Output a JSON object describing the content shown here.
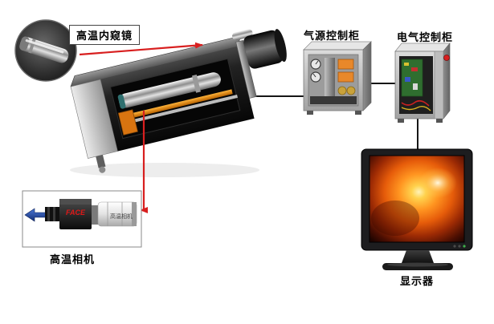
{
  "diagram": {
    "endoscope_label": "高温内窥镜",
    "air_cabinet_label": "气源控制柜",
    "electric_cabinet_label": "电气控制柜",
    "camera_label": "高温相机",
    "monitor_label": "显示器",
    "camera_brand": "FACE",
    "camera_housing_text": "高温相机"
  },
  "colors": {
    "connector_red": "#d81f1f",
    "connector_black": "#161616",
    "accent_orange": "#e07f1a",
    "background": "#ffffff"
  }
}
